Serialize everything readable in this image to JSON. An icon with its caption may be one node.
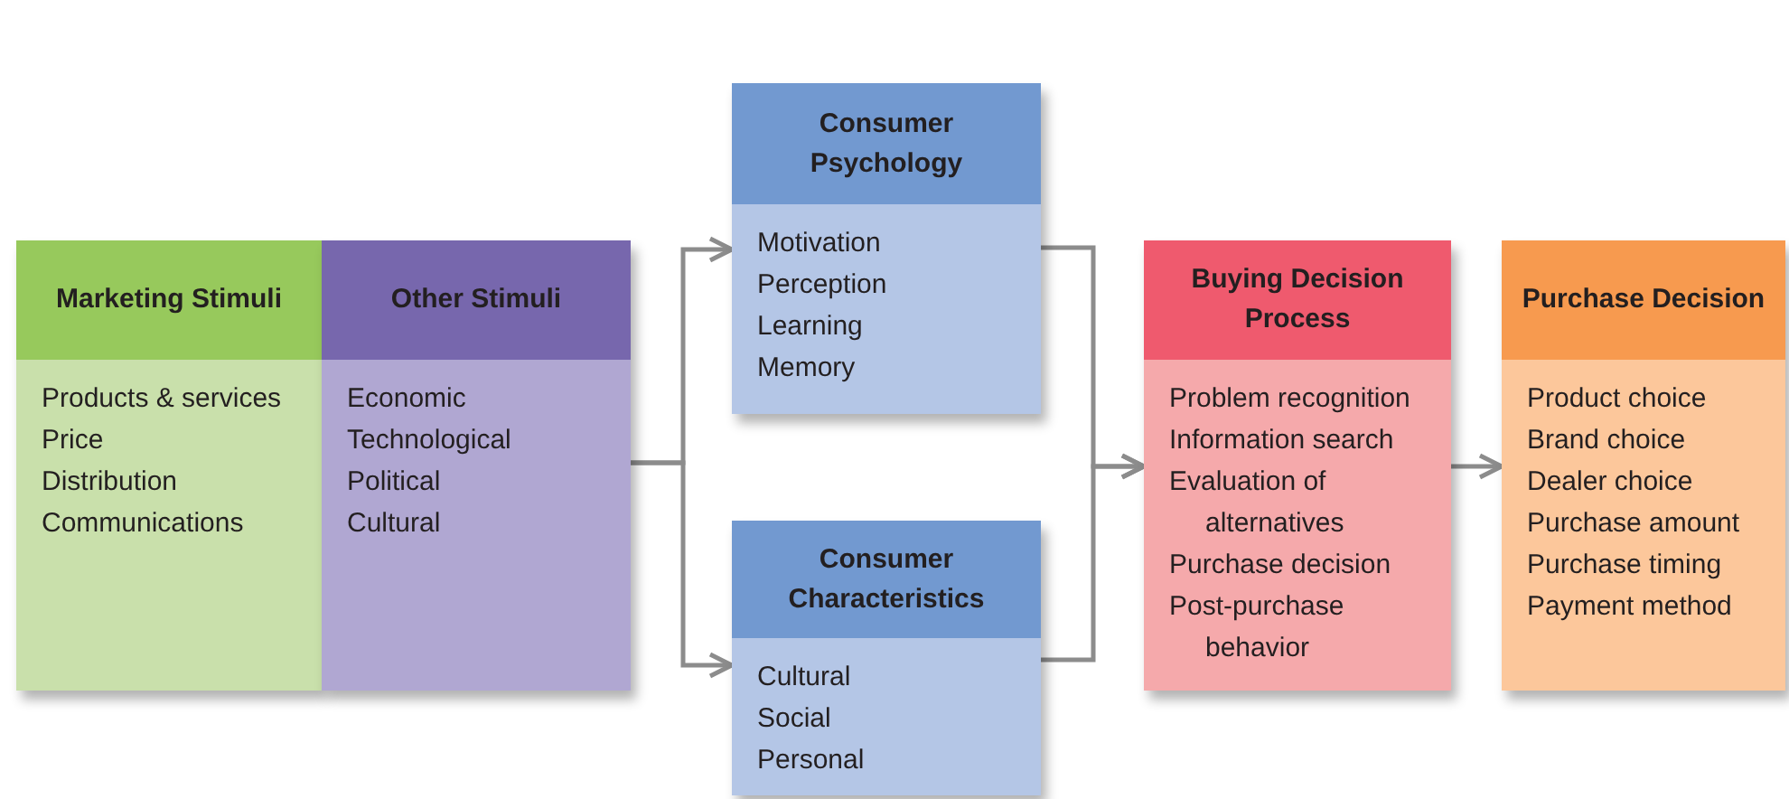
{
  "diagram": {
    "nodes": [
      {
        "text": [
          "Marketing Stimuli",
          "Products & services",
          "Price",
          "Distribution",
          "Communications"
        ]
      },
      {
        "text": [
          "Other Stimuli",
          "Economic",
          "Technological",
          "Political",
          "Cultural"
        ]
      },
      {
        "text": [
          "Consumer Psychology",
          "Motivation",
          "Perception",
          "Learning",
          "Memory"
        ]
      },
      {
        "text": [
          "Consumer Characteristics",
          "Cultural",
          "Social",
          "Personal"
        ]
      },
      {
        "text": [
          "Buying Decision Process",
          "Problem recognition",
          "Information search",
          "Evaluation of alternatives",
          "Purchase decision",
          "Post-purchase behavior"
        ]
      },
      {
        "text": [
          "Purchase Decision",
          "Product choice",
          "Brand choice",
          "Dealer choice",
          "Purchase amount",
          "Purchase timing",
          "Payment method"
        ]
      }
    ],
    "edges": [
      {
        "from": 1,
        "to": 2,
        "arrow": "to"
      },
      {
        "from": 1,
        "to": 3,
        "arrow": "to"
      },
      {
        "from": 2,
        "to": 4,
        "arrow": "to"
      },
      {
        "from": 3,
        "to": 4,
        "arrow": "to"
      },
      {
        "from": 4,
        "to": 5,
        "arrow": "to"
      }
    ]
  }
}
